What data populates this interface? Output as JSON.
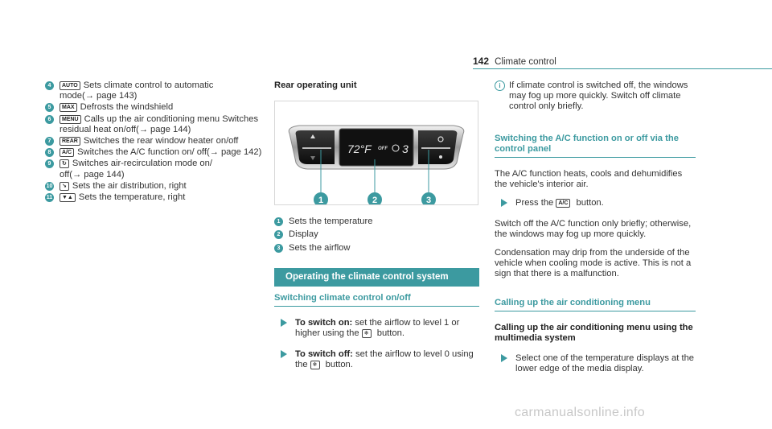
{
  "header": {
    "page_number": "142",
    "title": "Climate control"
  },
  "left_items": [
    {
      "num": "4",
      "icon_label": "AUTO",
      "icon_name": "auto-icon",
      "text": "Sets climate control to automatic mode(",
      "ref": "→ page 143)"
    },
    {
      "num": "5",
      "icon_label": "MAX",
      "icon_name": "windshield-defrost-icon",
      "text": "Defrosts the windshield",
      "ref": ""
    },
    {
      "num": "6",
      "icon_label": "MENU",
      "icon_name": "menu-rest-icon",
      "text": "Calls up the air conditioning menu Switches residual heat on/off(",
      "ref": "→ page 144)"
    },
    {
      "num": "7",
      "icon_label": "REAR",
      "icon_name": "rear-window-heater-icon",
      "text": "Switches the rear window heater on/off",
      "ref": ""
    },
    {
      "num": "8",
      "icon_label": "A/C",
      "icon_name": "ac-icon",
      "text": "Switches the A/C function on/ off(",
      "ref": "→ page 142)"
    },
    {
      "num": "9",
      "icon_label": "↻",
      "icon_name": "recirculation-icon",
      "text": "Switches air-recirculation mode on/ off(",
      "ref": "→ page 144)"
    },
    {
      "num": "10",
      "icon_label": "↘",
      "icon_name": "air-distribution-icon",
      "text": "Sets the air distribution, right",
      "ref": ""
    },
    {
      "num": "11",
      "icon_label": "▼▲",
      "icon_name": "temperature-arrows-icon",
      "text": "Sets the temperature, right",
      "ref": ""
    }
  ],
  "rear": {
    "heading": "Rear operating unit",
    "display_temp": "72°F",
    "display_off": "OFF",
    "display_fan": "3",
    "callouts": [
      "1",
      "2",
      "3"
    ],
    "legend": [
      {
        "num": "1",
        "text": "Sets the temperature"
      },
      {
        "num": "2",
        "text": "Display"
      },
      {
        "num": "3",
        "text": "Sets the airflow"
      }
    ]
  },
  "operating": {
    "bar_title": "Operating the climate control system",
    "sub_title": "Switching climate control on/off",
    "steps": [
      {
        "bold": "To switch on:",
        "text": " set the airflow to level 1 or higher using the ",
        "icon": "❄",
        "tail": " button."
      },
      {
        "bold": "To switch off:",
        "text": " set the airflow to level 0 using the ",
        "icon": "❄",
        "tail": " button."
      }
    ]
  },
  "right": {
    "note": "If climate control is switched off, the windows may fog up more quickly. Switch off climate control only briefly.",
    "section1_title": "Switching the A/C function on or off via the control panel",
    "section1_para": "The A/C function heats, cools and dehumidifies the vehicle's interior air.",
    "section1_step_pre": "Press the ",
    "section1_step_icon": "A/C",
    "section1_step_post": " button.",
    "section1_para2": "Switch off the A/C function only briefly; otherwise, the windows may fog up more quickly.",
    "section1_para3": "Condensation may drip from the underside of the vehicle when cooling mode is active. This is not a sign that there is a malfunction.",
    "section2_title": "Calling up the air conditioning menu",
    "section2_sub": "Calling up the air conditioning menu using the multimedia system",
    "section2_step": "Select one of the temperature displays at the lower edge of the media display."
  },
  "watermark": "carmanualsonline.info"
}
